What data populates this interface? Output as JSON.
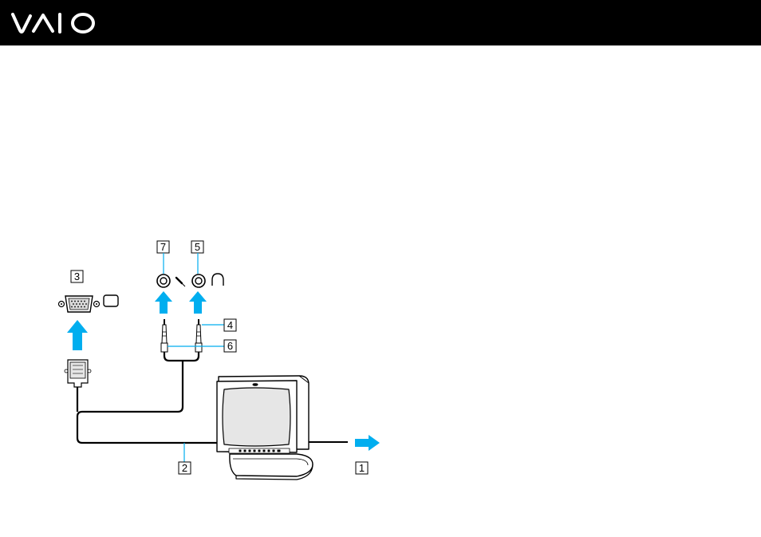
{
  "header": {
    "brand": "VAIO",
    "background": "#000000",
    "logo_color": "#ffffff"
  },
  "colors": {
    "arrow": "#00aeef",
    "leader": "#00aeef",
    "line": "#000000",
    "screen": "#e6e6e6"
  },
  "callouts": {
    "c1": "1",
    "c2": "2",
    "c3": "3",
    "c4": "4",
    "c5": "5",
    "c6": "6",
    "c7": "7"
  },
  "icons": {
    "vga_port": "monitor-port-icon",
    "microphone": "microphone-icon",
    "headphones": "headphones-icon",
    "tv": "tv-monitor-icon"
  }
}
